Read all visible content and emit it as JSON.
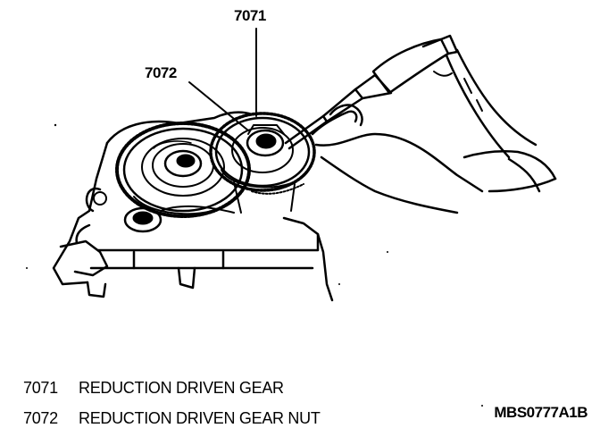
{
  "callouts": [
    {
      "id": "7071"
    },
    {
      "id": "7072"
    }
  ],
  "legend": [
    {
      "number": "7071",
      "label": "REDUCTION DRIVEN GEAR"
    },
    {
      "number": "7072",
      "label": "REDUCTION DRIVEN GEAR NUT"
    }
  ],
  "reference_code": "MBS0777A1B"
}
